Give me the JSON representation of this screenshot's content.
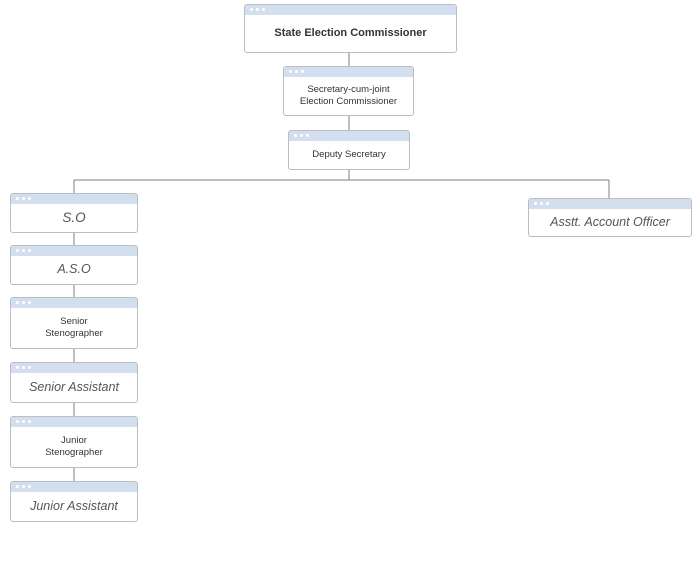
{
  "nodes": {
    "state_election_commissioner": "State Election Commissioner",
    "secretary_cum_joint": "Secretary-cum-joint\nElection Commissioner",
    "deputy_secretary": "Deputy Secretary",
    "so": "S.O",
    "aso": "A.S.O",
    "senior_stenographer": "Senior\nStenographer",
    "senior_assistant": "Senior Assistant",
    "junior_stenographer": "Junior\nStenographer",
    "junior_assistant": "Junior Assistant",
    "asstt_account_officer": "Asstt. Account Officer"
  },
  "colors": {
    "header": "#d3dfee",
    "border": "#b9bec4",
    "connector": "#7f7f7f"
  }
}
